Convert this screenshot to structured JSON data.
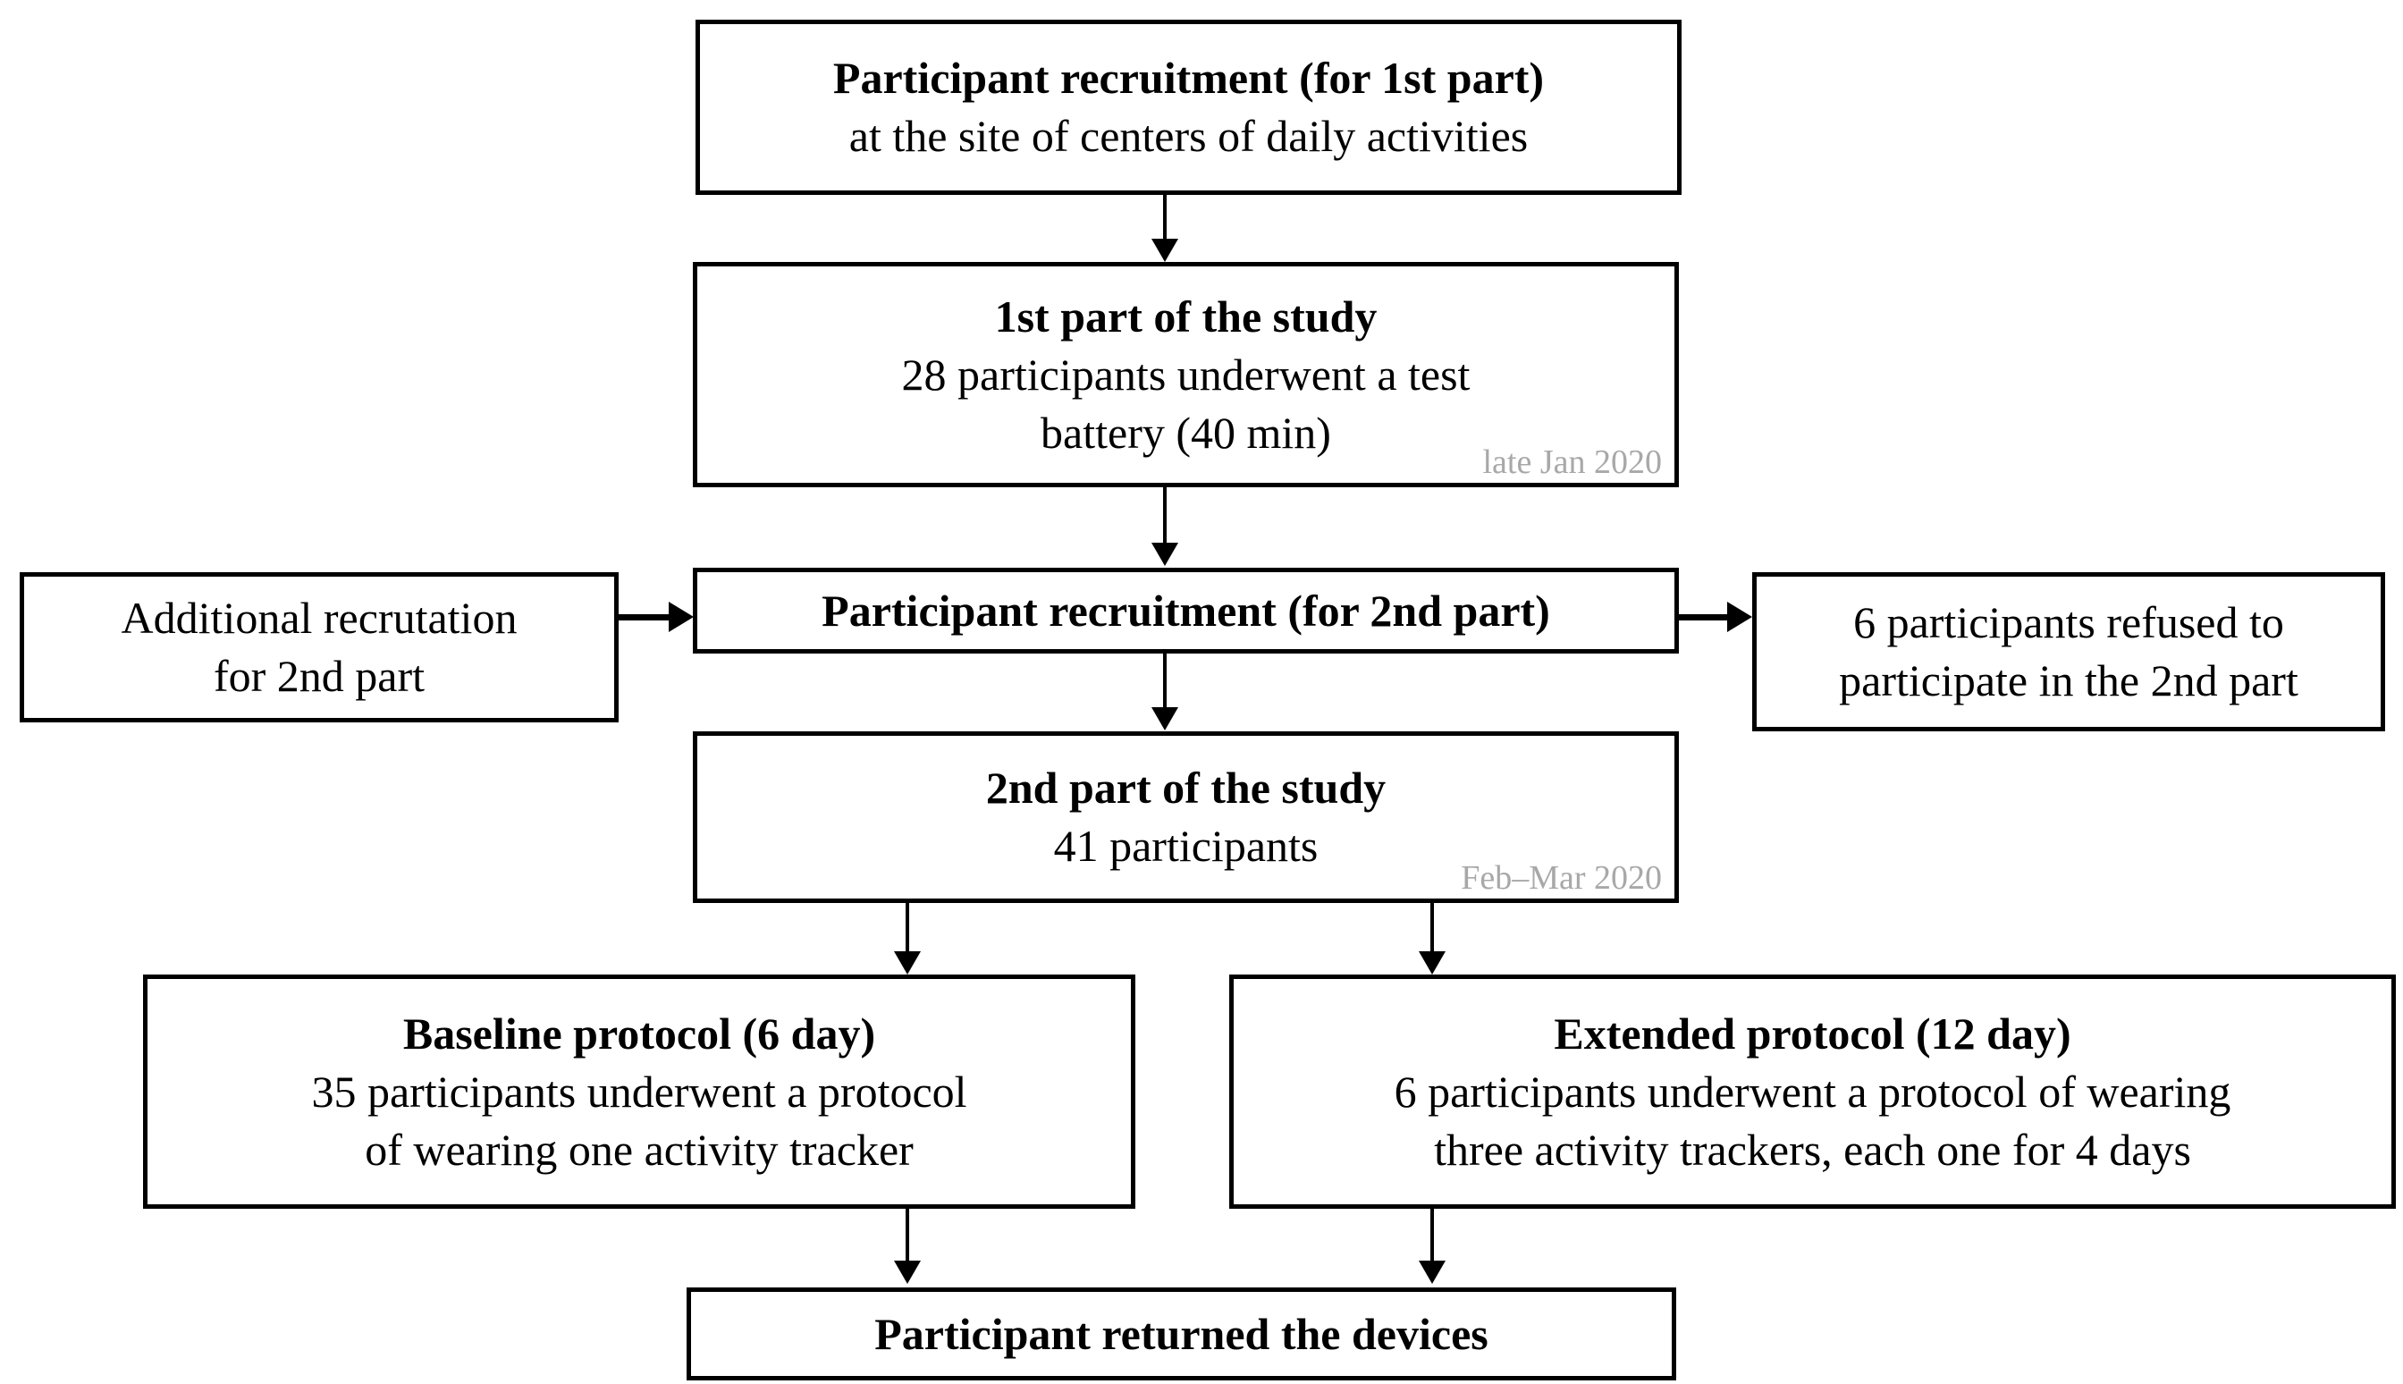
{
  "diagram": {
    "title": "Study flow diagram",
    "colors": {
      "box_border": "#000000",
      "box_fill": "#ffffff",
      "text": "#000000",
      "timestamp_text": "#a8a8a8",
      "arrow": "#000000"
    },
    "nodes": {
      "recruit_1st": {
        "title": "Participant recruitment (for 1st part)",
        "body": "at the site of centers of daily activities"
      },
      "part_1": {
        "title": "1st part of the study",
        "body_line1": "28 participants underwent a test",
        "body_line2": "battery (40 min)",
        "timestamp": "late Jan 2020"
      },
      "recruit_2nd": {
        "title": "Participant recruitment (for 2nd part)"
      },
      "additional_recruitment": {
        "body_line1": "Additional recrutation",
        "body_line2": "for 2nd part"
      },
      "refused": {
        "body_line1": "6 participants refused to",
        "body_line2": "participate in the 2nd part"
      },
      "part_2": {
        "title": "2nd part of the study",
        "body": "41 participants",
        "timestamp": "Feb–Mar 2020"
      },
      "baseline_protocol": {
        "title": "Baseline protocol (6 day)",
        "body_line1": "35 participants underwent a protocol",
        "body_line2": "of wearing one activity tracker"
      },
      "extended_protocol": {
        "title": "Extended protocol (12 day)",
        "body_line1": "6 participants underwent a protocol of wearing",
        "body_line2": "three activity trackers, each one for 4 days"
      },
      "returned": {
        "title": "Participant returned the devices"
      }
    }
  }
}
